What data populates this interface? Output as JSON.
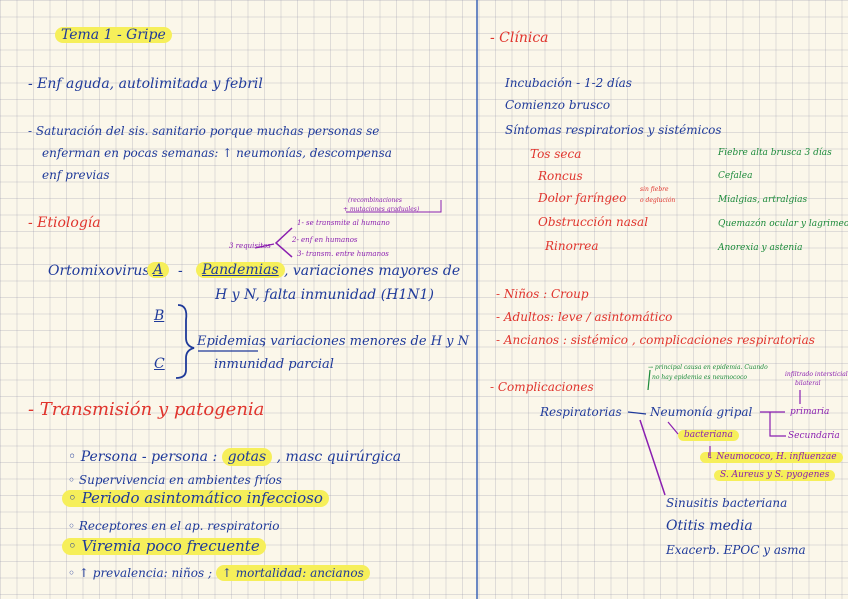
{
  "left": {
    "title": "Tema 1 - Gripe",
    "l1": "- Enf aguda, autolimitada y febril",
    "l2a": "- Saturación del sis. sanitario porque muchas personas se",
    "l2b": "enferman en pocas semanas: ↑ neumonías, descompensa",
    "l2c": "enf previas",
    "etio": "- Etiología",
    "orto": "Ortomixovirus",
    "A": "A",
    "dash": "-",
    "pandemias": "Pandemias",
    "pand_rest": ", variaciones mayores de",
    "pand_b": "H y N, falta inmunidad (H1N1)",
    "requisitos": "3 requisitos",
    "req1": "1- se transmite al humano",
    "req2": "2- enf en humanos",
    "req3": "3- transm. entre humanos",
    "recomb1": "(recombinaciones",
    "recomb2": "+ mutaciones graduales)",
    "B": "B",
    "C": "C",
    "epidemias": "Epidemias",
    "epi_rest": ", variaciones menores de H y N",
    "epi_b": "inmunidad parcial",
    "trans_title": "- Transmisión y patogenia",
    "b1a": "◦ Persona - persona :",
    "b1_hl": "gotas",
    "b1b": ", masc quirúrgica",
    "b2": "◦ Supervivencia en ambientes fríos",
    "b3": "◦ Periodo asintomático infeccioso",
    "b4": "◦ Receptores en el ap. respiratorio",
    "b5": "◦ Viremia poco frecuente",
    "b6a": "◦ ↑ prevalencia: niños ;",
    "b6_hl": "↑ mortalidad: ancianos"
  },
  "right": {
    "clinica": "- Clínica",
    "incub": "Incubación - 1-2 días",
    "comienzo": "Comienzo brusco",
    "sintomas": "Síntomas respiratorios  y  sistémicos",
    "tos": "Tos seca",
    "roncus": "Roncus",
    "dolor": "Dolor faríngeo",
    "dolor_note1": "sin fiebre",
    "dolor_note2": "o deglución",
    "obstr": "Obstrucción nasal",
    "rinorrea": "Rinorrea",
    "fiebre": "Fiebre alta brusca 3 días",
    "cefalea": "Cefalea",
    "mialgias": "Mialgias, artralgias",
    "quemazon": "Quemazón ocular y lagrimeo",
    "anorexia": "Anorexia y astenia",
    "ninos": "- Niños : Croup",
    "adultos": "- Adultos: leve / asintomático",
    "ancianos": "- Ancianos : sistémico , complicaciones respiratorias",
    "complic": "- Complicaciones",
    "green_note1": "→ principal causa en epidemia. Cuando",
    "green_note2": "no hay epidemia es neumococo",
    "respiratorias": "Respiratorias",
    "neumonia": "Neumonía gripal",
    "primaria": "primaria",
    "secundaria": "Secundaria",
    "purple_note1": "infiltrado intersticial",
    "purple_note2": "bilateral",
    "bacteriana": "bacteriana",
    "bact1": "↳ Neumococo, H. influenzae",
    "bact2": "S. Aureus y S. pyogenes",
    "sinusitis": "Sinusitis bacteriana",
    "otitis": "Otitis media",
    "exacerb": "Exacerb. EPOC y asma"
  }
}
